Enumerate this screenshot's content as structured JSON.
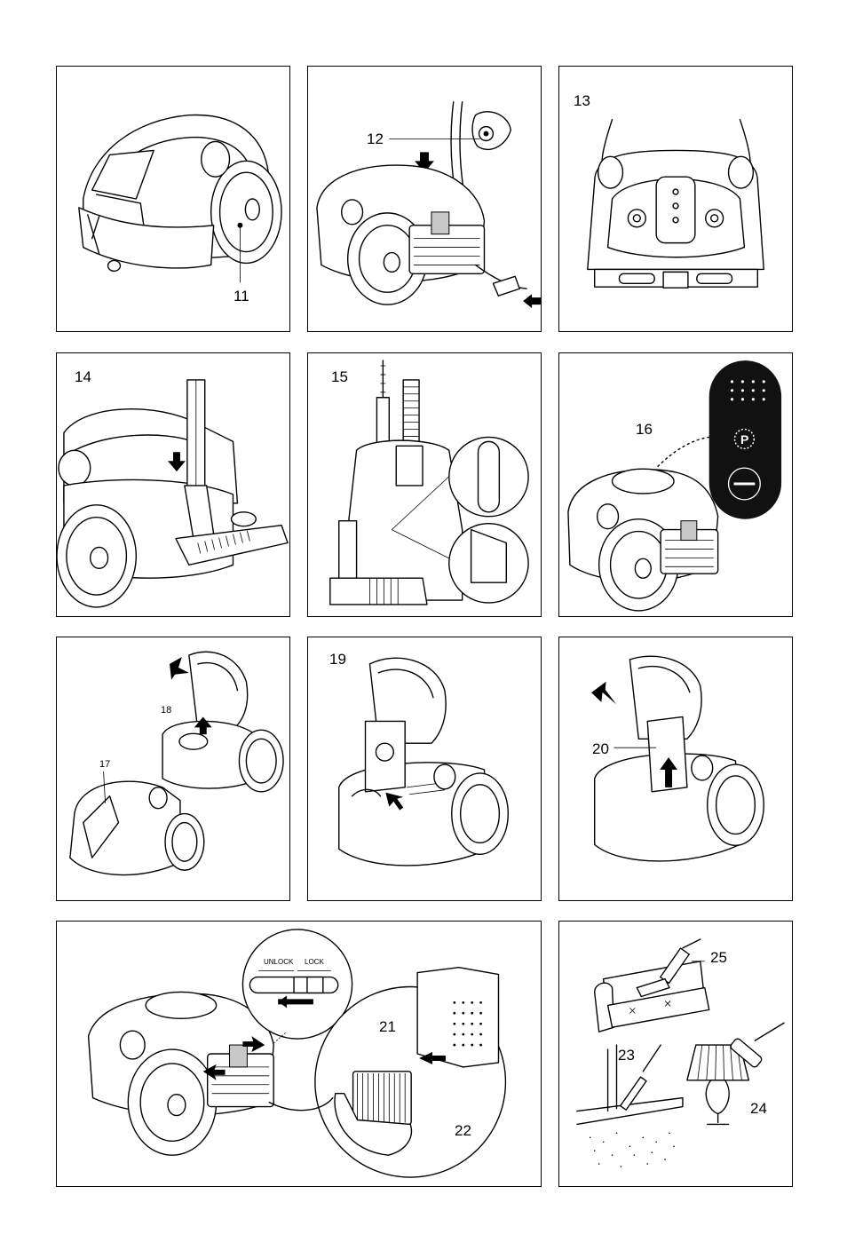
{
  "panels": {
    "p1": {
      "labels": [
        "11"
      ]
    },
    "p2": {
      "labels": [
        "12"
      ]
    },
    "p3": {
      "labels": [
        "13"
      ]
    },
    "p4": {
      "labels": [
        "14"
      ]
    },
    "p5": {
      "labels": [
        "15"
      ]
    },
    "p6": {
      "labels": [
        "16"
      ],
      "badge_letter": "P"
    },
    "p7": {
      "labels": [
        "18",
        "17"
      ]
    },
    "p8": {
      "labels": [
        "19"
      ]
    },
    "p9": {
      "labels": [
        "20"
      ]
    },
    "p10": {
      "labels": [
        "21",
        "22"
      ],
      "switch": {
        "unlock": "UNLOCK",
        "lock": "LOCK"
      }
    },
    "p11": {
      "labels": [
        "25",
        "23",
        "24"
      ]
    }
  },
  "icons": [
    "vacuum-cleaner-icon",
    "arrow-icon",
    "power-plug-icon",
    "filter-icon",
    "hand-icon",
    "sofa-icon",
    "lamp-icon",
    "washable-logo-icon"
  ]
}
